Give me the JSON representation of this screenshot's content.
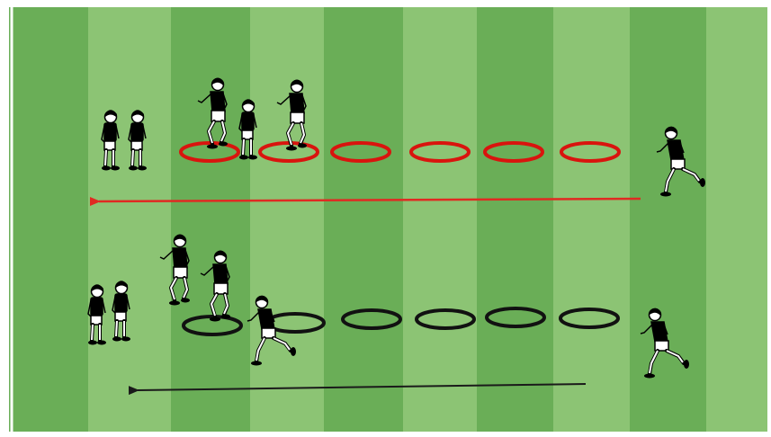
{
  "diagram": {
    "colors": {
      "stripe_light": "#8cc474",
      "stripe_dark": "#6aae57",
      "red_ring": "#d9140e",
      "black_ring": "#111111",
      "red_arrow": "#e02a22",
      "black_arrow": "#1a1a1a",
      "white_kit": "#ffffff",
      "red_kit": "#d01c1c",
      "outline": "#000000",
      "skin": "#ffffff"
    },
    "top_drill": {
      "ring_color": "red",
      "ring_count": 6,
      "waiting_players": 2,
      "jumping_players": 3,
      "server_kit": "white",
      "arrow_direction": "left"
    },
    "bottom_drill": {
      "ring_color": "black",
      "ring_count": 6,
      "waiting_players": 2,
      "jumping_players": 3,
      "server_kit": "white",
      "arrow_direction": "left"
    }
  }
}
